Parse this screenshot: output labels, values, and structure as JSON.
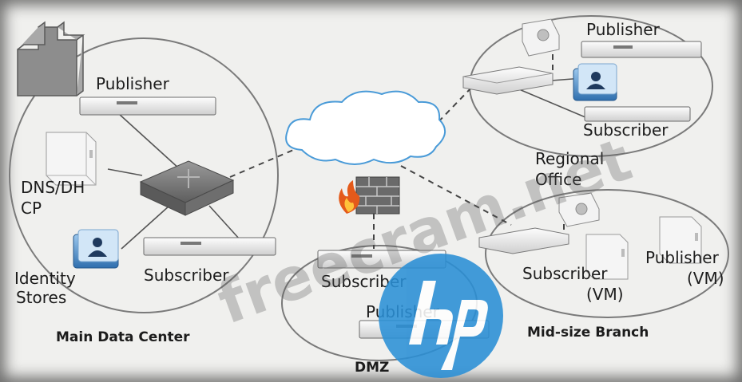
{
  "labels": {
    "main_publisher": "Publisher",
    "dns_dhcp_line1": "DNS/DH",
    "dns_dhcp_line2": "CP",
    "identity_line1": "Identity",
    "identity_line2": "Stores",
    "main_subscriber": "Subscriber",
    "main_data_center": "Main Data Center",
    "dmz_subscriber": "Subscriber",
    "dmz_publisher": "Publisher",
    "dmz": "DMZ",
    "regional_publisher": "Publisher",
    "regional_subscriber": "Subscriber",
    "regional_office_line1": "Regional",
    "regional_office_line2": "Office",
    "branch_subscriber_line1": "Subscriber",
    "branch_subscriber_line2": "(VM)",
    "branch_publisher_line1": "Publisher",
    "branch_publisher_line2": "(VM)",
    "mid_size_branch": "Mid-size Branch"
  },
  "watermark": {
    "text": "freecram.net"
  },
  "colors": {
    "background": "#f0f0ee",
    "zone_stroke": "#7a7a7a",
    "link": "#444444",
    "firewall": "#5a5a5a",
    "identity_icon": "#2f6fae",
    "hp_logo": "#2a8fd6"
  },
  "icons": [
    "building-icon",
    "server-icon",
    "switch-icon",
    "cloud-icon",
    "firewall-icon",
    "router-icon",
    "identity-store-icon",
    "vm-server-icon",
    "hp-logo-icon"
  ]
}
